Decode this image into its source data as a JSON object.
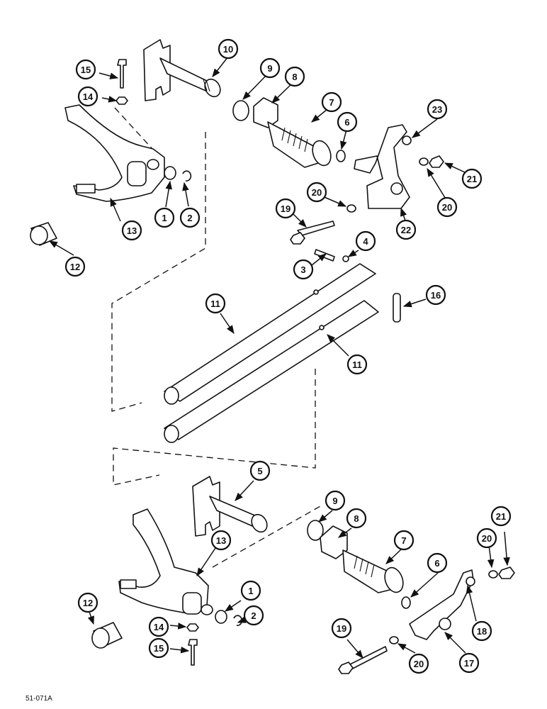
{
  "drawing_ref": "51-071A",
  "callouts": [
    "1",
    "2",
    "3",
    "4",
    "5",
    "6",
    "7",
    "8",
    "9",
    "10",
    "11",
    "12",
    "13",
    "14",
    "15",
    "16",
    "17",
    "18",
    "19",
    "20",
    "21",
    "22",
    "23"
  ],
  "colors": {
    "ink": "#111111",
    "paper": "#ffffff"
  }
}
